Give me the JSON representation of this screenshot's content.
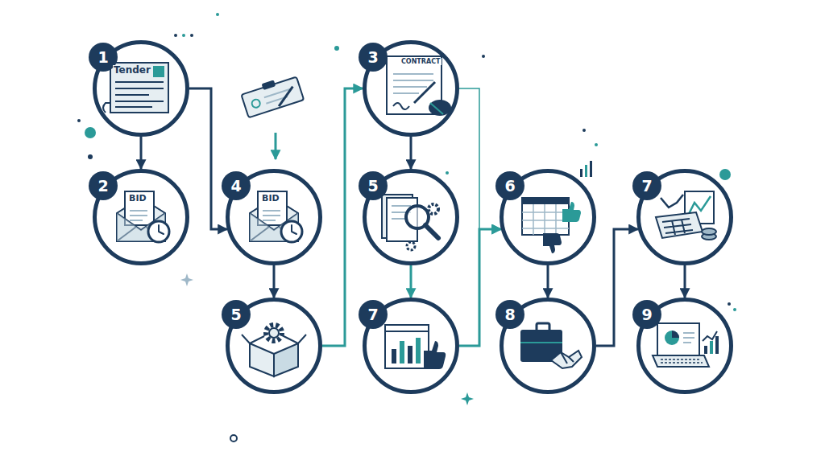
{
  "diagram": {
    "nodes": [
      {
        "text": [
          "1",
          "Tender"
        ]
      },
      {
        "text": [
          "2",
          "BID"
        ]
      },
      {
        "text": [
          "4",
          "BID"
        ]
      },
      {
        "text": [
          "5"
        ]
      },
      {
        "text": [
          "3",
          "CONTRACT"
        ]
      },
      {
        "text": [
          "5"
        ]
      },
      {
        "text": [
          "7"
        ]
      },
      {
        "text": [
          "6"
        ]
      },
      {
        "text": [
          "8"
        ]
      },
      {
        "text": [
          "7"
        ]
      },
      {
        "text": [
          "9"
        ]
      }
    ],
    "edges": [
      {
        "from": 0,
        "to": 1,
        "arrow": "to"
      },
      {
        "from": 0,
        "to": 2,
        "arrow": "to"
      },
      {
        "from": 2,
        "to": 3,
        "arrow": "to"
      },
      {
        "from": 3,
        "to": 4,
        "arrow": "to"
      },
      {
        "from": 4,
        "to": 5,
        "arrow": "to"
      },
      {
        "from": 5,
        "to": 6,
        "arrow": "to"
      },
      {
        "from": 4,
        "to": 7,
        "arrow": "to"
      },
      {
        "from": 6,
        "to": 7,
        "arrow": "to"
      },
      {
        "from": 7,
        "to": 8,
        "arrow": "to"
      },
      {
        "from": 8,
        "to": 9,
        "arrow": "to"
      },
      {
        "from": 9,
        "to": 10,
        "arrow": "to"
      }
    ]
  }
}
